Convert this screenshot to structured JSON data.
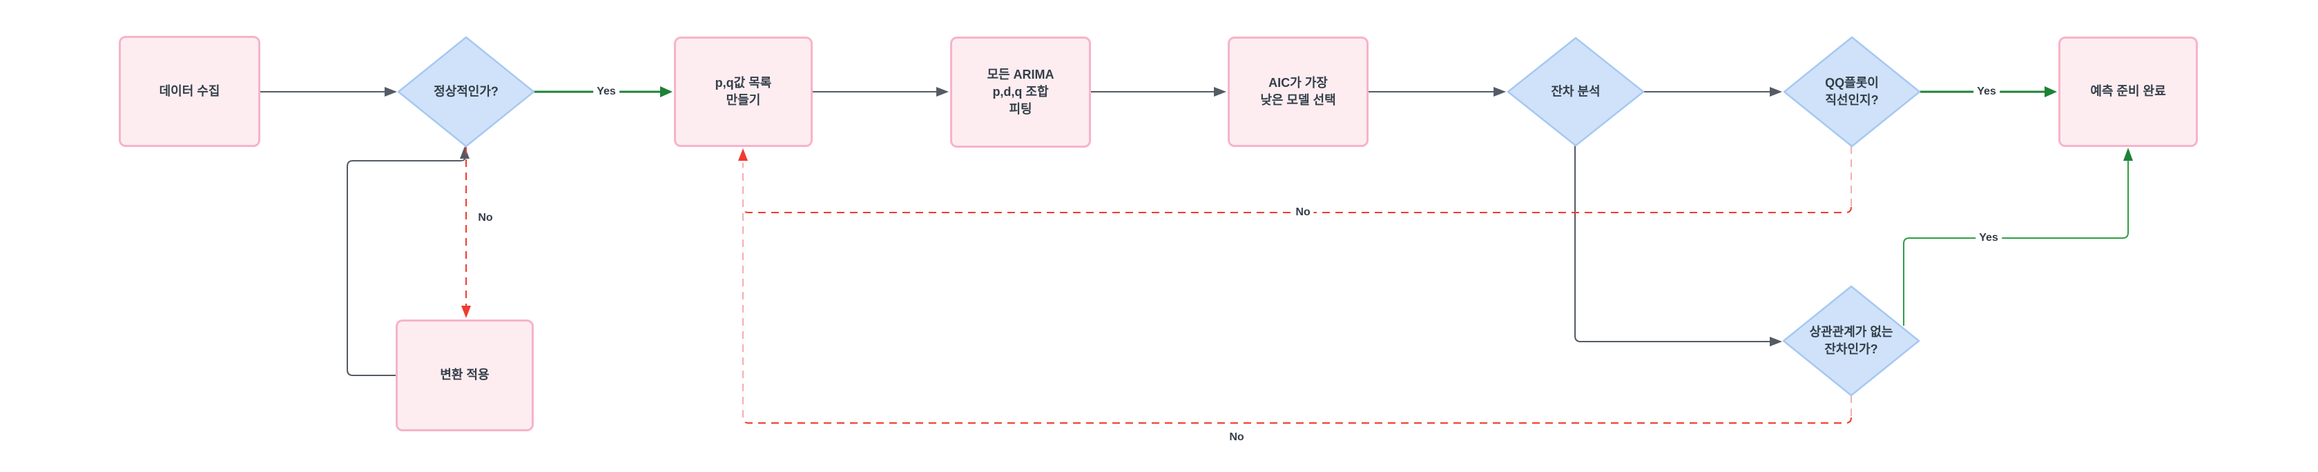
{
  "nodes": {
    "data_collection": {
      "label": "데이터 수집"
    },
    "pq_list": {
      "label": "p,q값 목록\n만들기"
    },
    "fit_all_arima": {
      "label": "모든 ARIMA\np,d,q 조합\n피팅"
    },
    "select_lowest_aic": {
      "label": "AIC가 가장\n낮은 모델 선택"
    },
    "forecast_ready": {
      "label": "예측 준비 완료"
    },
    "apply_transform": {
      "label": "변환 적용"
    },
    "is_stationary": {
      "label": "정상적인가?"
    },
    "residual_analysis": {
      "label": "잔차 분석"
    },
    "qq_plot_straight": {
      "label": "QQ플롯이\n직선인지?"
    },
    "uncorrelated_residuals": {
      "label": "상관관계가 없는\n잔차인가?"
    }
  },
  "edge_labels": {
    "yes_stationary": "Yes",
    "yes_qq": "Yes",
    "yes_uncorrelated": "Yes",
    "no_stationary": "No",
    "no_qq": "No",
    "no_uncorrelated": "No"
  },
  "colors": {
    "box-fill": "#fdedf0",
    "box-border": "#f7b3ca",
    "diamond-fill": "#cfe2f9",
    "diamond-border": "#a6c8f3",
    "gray": "#545b64",
    "green": "#1d8236",
    "green-light": "#2f9e44",
    "red": "#ef3b30",
    "red-pale": "#f5aeae",
    "label": "#333e49"
  }
}
